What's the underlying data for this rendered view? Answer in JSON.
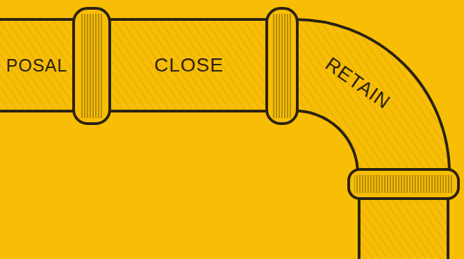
{
  "diagram": {
    "nodes": [
      {
        "text": [
          "POSAL"
        ]
      },
      {
        "text": [
          "CLOSE"
        ]
      },
      {
        "text": [
          "RETAIN"
        ]
      }
    ]
  }
}
